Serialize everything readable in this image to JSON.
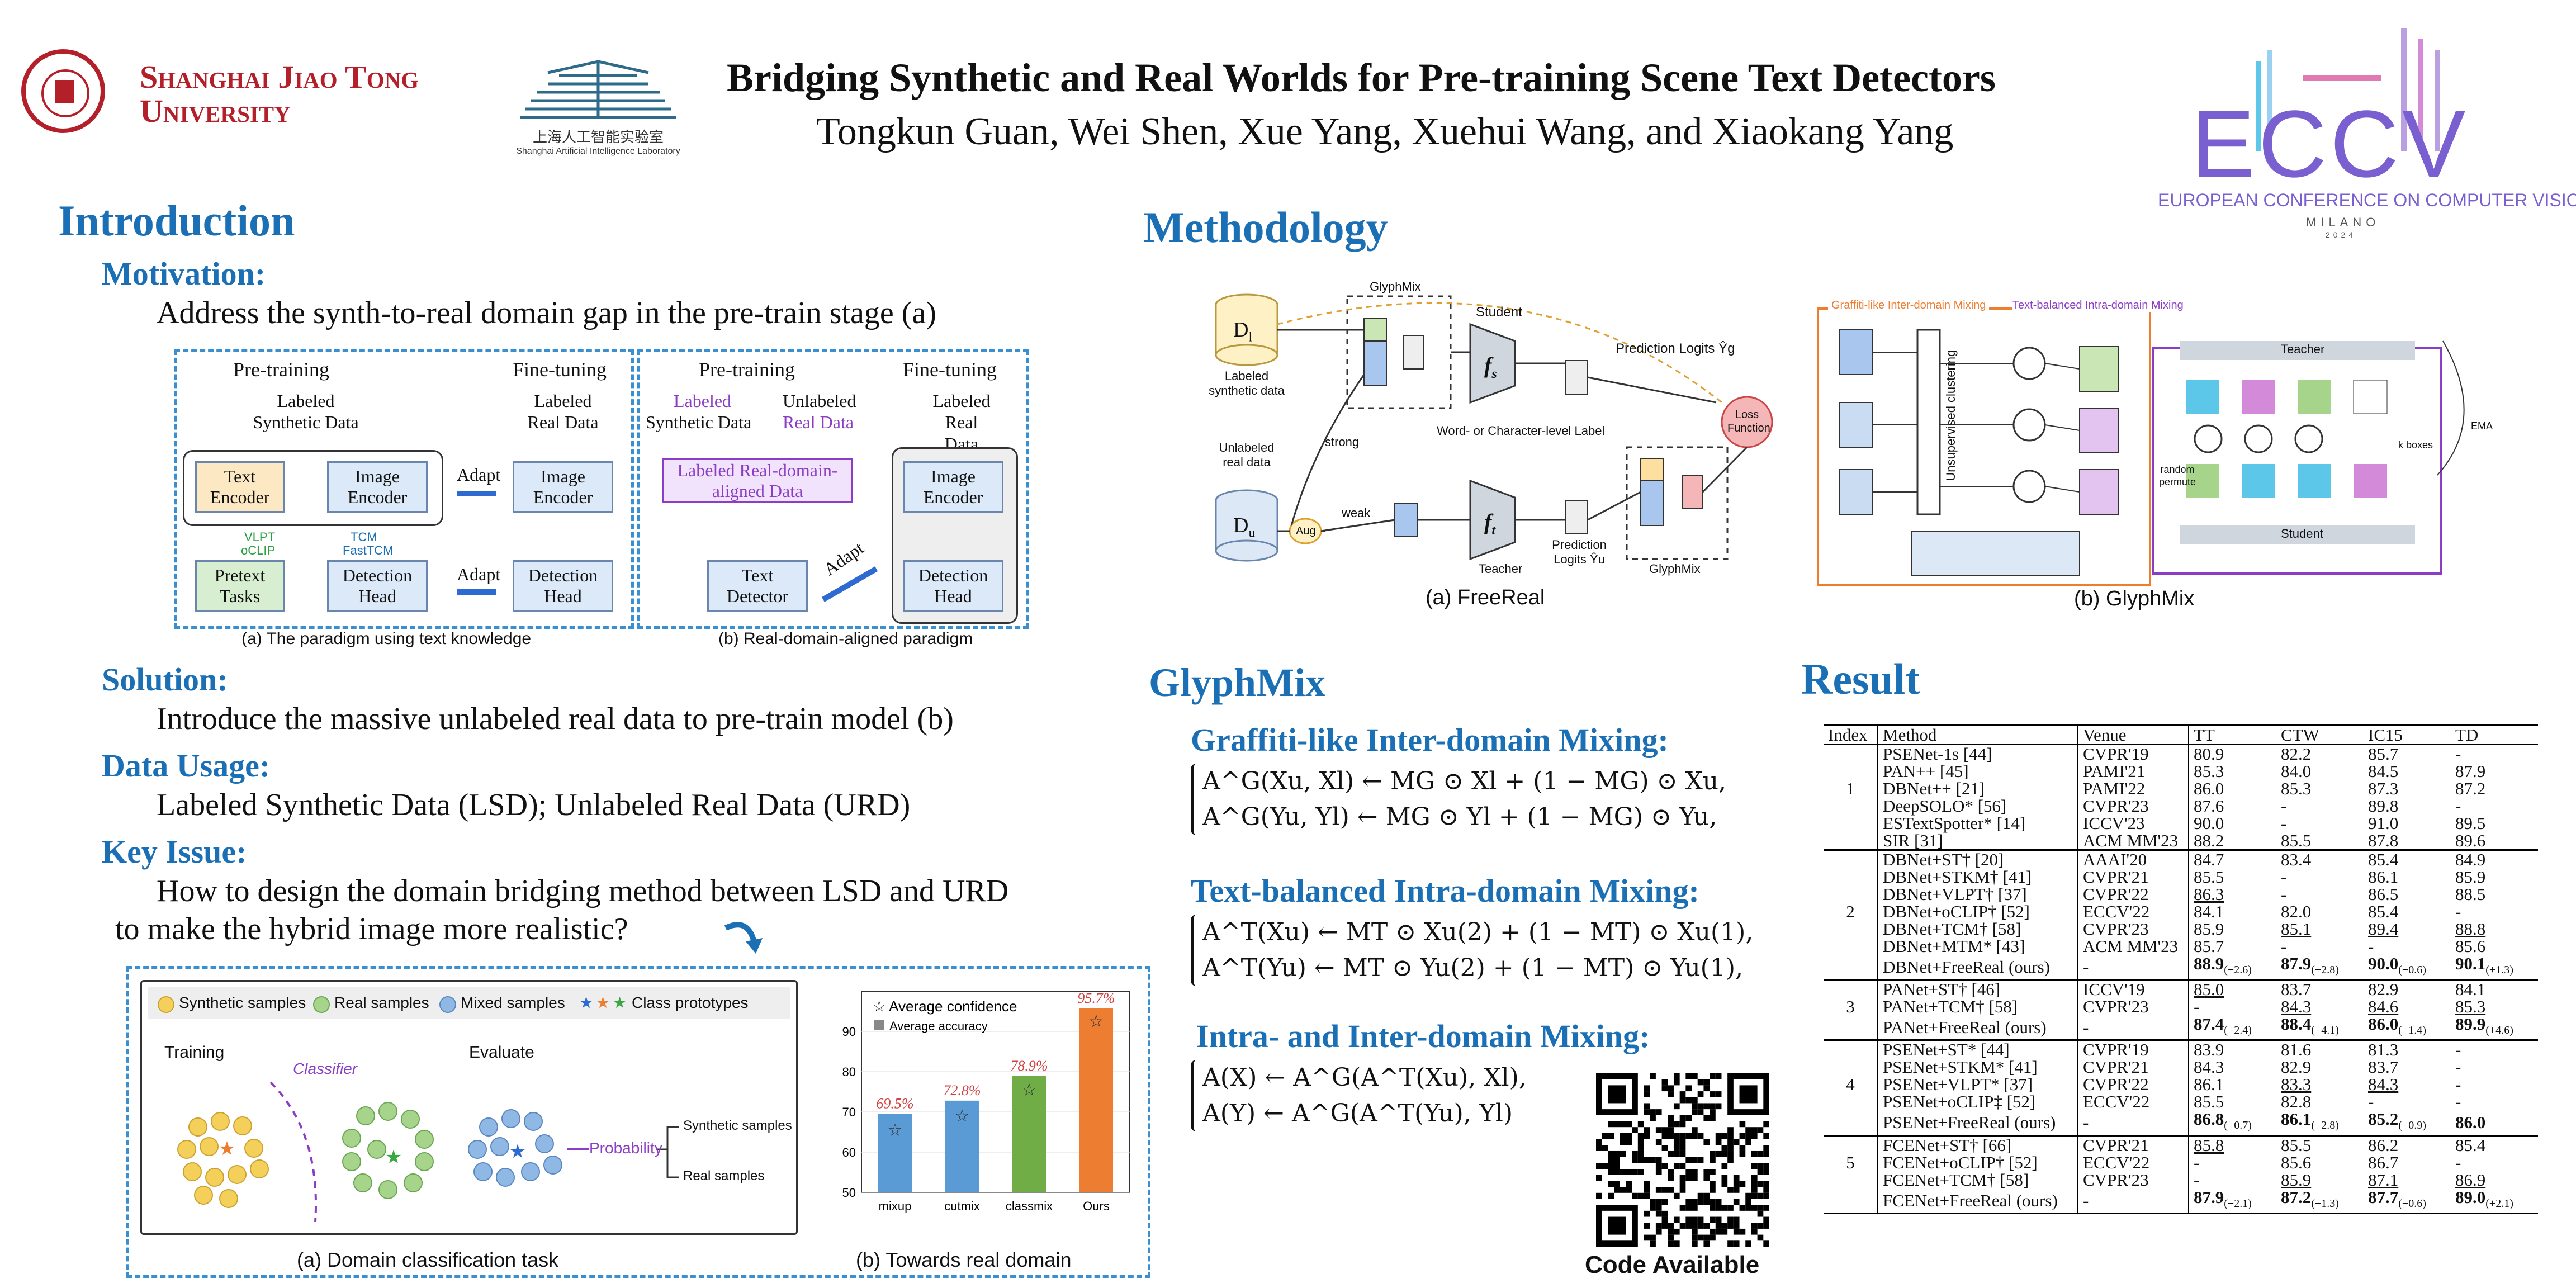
{
  "header": {
    "title": "Bridging Synthetic and Real Worlds for Pre-training Scene Text Detectors",
    "authors": "Tongkun Guan, Wei Shen, Xue Yang, Xuehui Wang, and Xiaokang Yang",
    "sjtu_line1": "Shanghai Jiao Tong",
    "sjtu_line2": "University",
    "lab_cn": "上海人工智能实验室",
    "lab_en": "Shanghai Artificial Intelligence Laboratory",
    "eccv_logo": "ECCV",
    "eccv_sub": "EUROPEAN CONFERENCE ON COMPUTER VISION",
    "eccv_city": "MILANO",
    "eccv_year": "2024"
  },
  "intro": {
    "title": "Introduction",
    "motivation_h": "Motivation:",
    "motivation_t": "Address the synth-to-real domain gap in the pre-train stage (a)",
    "solution_h": "Solution:",
    "solution_t": "Introduce the massive unlabeled real data to pre-train model (b)",
    "data_h": "Data Usage:",
    "data_t": "Labeled Synthetic Data (LSD); Unlabeled Real Data (URD)",
    "issue_h": "Key Issue:",
    "issue_t1": "How to design the domain bridging method between LSD and URD",
    "issue_t2": "to make the hybrid image more realistic?"
  },
  "fig_a": {
    "pretrain": "Pre-training",
    "finetune": "Fine-tuning",
    "labeled_syn": "Labeled Synthetic Data",
    "labeled_real": "Labeled Real Data",
    "text_enc": "Text Encoder",
    "img_enc": "Image Encoder",
    "img_enc2": "Image Encoder",
    "adapt1": "Adapt",
    "adapt2": "Adapt",
    "vlpt": "VLPT",
    "oclip": "oCLIP",
    "tcm": "TCM",
    "fasttcm": "FastTCM",
    "pretext": "Pretext Tasks",
    "det_head": "Detection Head",
    "det_head2": "Detection Head",
    "caption": "(a) The paradigm using text knowledge"
  },
  "fig_b": {
    "pretrain": "Pre-training",
    "finetune": "Fine-tuning",
    "labeled": "Labeled",
    "syn": "Synthetic Data",
    "unlabeled": "Unlabeled",
    "real": "Real Data",
    "labeled_real": "Labeled Real Data",
    "aligned": "Labeled Real-domain-aligned Data",
    "text_det": "Text Detector",
    "adapt": "Adapt",
    "img_enc": "Image Encoder",
    "det_head": "Detection Head",
    "caption": "(b) Real-domain-aligned paradigm"
  },
  "fig_cls": {
    "leg1": "Synthetic samples",
    "leg2": "Real samples",
    "leg3": "Mixed samples",
    "leg4": "Class prototypes",
    "training": "Training",
    "classifier": "Classifier",
    "evaluate": "Evaluate",
    "probability": "Probability",
    "syn_samples": "Synthetic samples",
    "real_samples": "Real samples",
    "caption": "(a) Domain classification task"
  },
  "chart_data": {
    "type": "bar",
    "categories": [
      "mixup",
      "cutmix",
      "classmix",
      "Ours"
    ],
    "series": [
      {
        "name": "Average accuracy",
        "values": [
          69.5,
          72.8,
          78.9,
          95.7
        ]
      },
      {
        "name": "Average confidence",
        "values": [
          65.5,
          69.0,
          75.5,
          92.5
        ]
      }
    ],
    "value_labels": [
      "69.5%",
      "72.8%",
      "78.9%",
      "95.7%"
    ],
    "colors": [
      "#5b9bd5",
      "#5b9bd5",
      "#70ad47",
      "#ed7d31"
    ],
    "ylim": [
      50,
      100
    ],
    "yticks": [
      "50",
      "60",
      "70",
      "80",
      "90"
    ],
    "legend": "top-left",
    "caption": "(b) Towards real domain"
  },
  "method": {
    "title": "Methodology",
    "freereal": {
      "dl": "D",
      "dl_sub": "l",
      "labeled_syn": "Labeled synthetic data",
      "du": "D",
      "du_sub": "u",
      "unlabeled_real": "Unlabeled real data",
      "glyphmix": "GlyphMix",
      "student": "Student",
      "teacher": "Teacher",
      "fs": "f",
      "fs_sub": "s",
      "ft": "f",
      "ft_sub": "t",
      "pred_g": "Prediction Logits Ŷg",
      "pred_u": "Prediction Logits Ŷu",
      "loss": "Loss Function",
      "word_label": "Word- or Character-level Label",
      "strong": "strong",
      "weak": "weak",
      "aug": "Aug",
      "glyphmix2": "GlyphMix",
      "caption": "(a) FreeReal"
    },
    "glyphmix_fig": {
      "inter": "Graffiti-like Inter-domain Mixing",
      "intra": "Text-balanced Intra-domain Mixing",
      "cluster": "Unsupervised clustering",
      "teacher": "Teacher",
      "student": "Student",
      "random": "random permute",
      "kboxes": "k boxes",
      "ema": "EMA",
      "caption": "(b) GlyphMix"
    }
  },
  "glyphmix": {
    "title": "GlyphMix",
    "sub1": "Graffiti-like Inter-domain Mixing:",
    "eq1a": "A^G(Xu, Xl) ← MG ⊙ Xl + (1 − MG) ⊙ Xu,",
    "eq1b": "A^G(Yu, Yl) ← MG ⊙ Yl + (1 − MG) ⊙ Yu,",
    "sub2": "Text-balanced Intra-domain Mixing:",
    "eq2a": "A^T(Xu) ← MT ⊙ Xu(2) + (1 − MT) ⊙ Xu(1),",
    "eq2b": "A^T(Yu) ← MT ⊙ Yu(2) + (1 − MT) ⊙ Yu(1),",
    "sub3": "Intra- and Inter-domain Mixing:",
    "eq3a": "A(X) ← A^G(A^T(Xu), Xl),",
    "eq3b": "A(Y) ← A^G(A^T(Yu), Yl)",
    "code": "Code Available"
  },
  "result": {
    "title": "Result",
    "headers": [
      "Index",
      "Method",
      "Venue",
      "TT",
      "CTW",
      "IC15",
      "TD"
    ],
    "groups": [
      {
        "index": "1",
        "rows": [
          [
            "PSENet-1s [44]",
            "CVPR'19",
            "80.9",
            "82.2",
            "85.7",
            "-"
          ],
          [
            "PAN++ [45]",
            "PAMI'21",
            "85.3",
            "84.0",
            "84.5",
            "87.9"
          ],
          [
            "DBNet++ [21]",
            "PAMI'22",
            "86.0",
            "85.3",
            "87.3",
            "87.2"
          ],
          [
            "DeepSOLO* [56]",
            "CVPR'23",
            "87.6",
            "-",
            "89.8",
            "-"
          ],
          [
            "ESTextSpotter* [14]",
            "ICCV'23",
            "90.0",
            "-",
            "91.0",
            "89.5"
          ],
          [
            "SIR [31]",
            "ACM MM'23",
            "88.2",
            "85.5",
            "87.8",
            "89.6"
          ]
        ]
      },
      {
        "index": "2",
        "rows": [
          [
            "DBNet+ST† [20]",
            "AAAI'20",
            "84.7",
            "83.4",
            "85.4",
            "84.9"
          ],
          [
            "DBNet+STKM† [41]",
            "CVPR'21",
            "85.5",
            "-",
            "86.1",
            "85.9"
          ],
          [
            "DBNet+VLPT† [37]",
            "CVPR'22",
            "86.3",
            "-",
            "86.5",
            "88.5"
          ],
          [
            "DBNet+oCLIP† [52]",
            "ECCV'22",
            "84.1",
            "82.0",
            "85.4",
            "-"
          ],
          [
            "DBNet+TCM† [58]",
            "CVPR'23",
            "85.9",
            "85.1",
            "89.4",
            "88.8"
          ],
          [
            "DBNet+MTM* [43]",
            "ACM MM'23",
            "85.7",
            "-",
            "-",
            "85.6"
          ],
          [
            "DBNet+FreeReal (ours)",
            "-",
            "88.9(+2.6)",
            "87.9(+2.8)",
            "90.0(+0.6)",
            "90.1(+1.3)"
          ]
        ]
      },
      {
        "index": "3",
        "rows": [
          [
            "PANet+ST† [46]",
            "ICCV'19",
            "85.0",
            "83.7",
            "82.9",
            "84.1"
          ],
          [
            "PANet+TCM† [58]",
            "CVPR'23",
            "-",
            "84.3",
            "84.6",
            "85.3"
          ],
          [
            "PANet+FreeReal (ours)",
            "-",
            "87.4(+2.4)",
            "88.4(+4.1)",
            "86.0(+1.4)",
            "89.9(+4.6)"
          ]
        ]
      },
      {
        "index": "4",
        "rows": [
          [
            "PSENet+ST* [44]",
            "CVPR'19",
            "83.9",
            "81.6",
            "81.3",
            "-"
          ],
          [
            "PSENet+STKM* [41]",
            "CVPR'21",
            "84.3",
            "82.9",
            "83.7",
            "-"
          ],
          [
            "PSENet+VLPT* [37]",
            "CVPR'22",
            "86.1",
            "83.3",
            "84.3",
            "-"
          ],
          [
            "PSENet+oCLIP‡ [52]",
            "ECCV'22",
            "85.5",
            "82.8",
            "-",
            "-"
          ],
          [
            "PSENet+FreeReal (ours)",
            "-",
            "86.8(+0.7)",
            "86.1(+2.8)",
            "85.2(+0.9)",
            "86.0"
          ]
        ]
      },
      {
        "index": "5",
        "rows": [
          [
            "FCENet+ST† [66]",
            "CVPR'21",
            "85.8",
            "85.5",
            "86.2",
            "85.4"
          ],
          [
            "FCENet+oCLIP† [52]",
            "ECCV'22",
            "-",
            "85.6",
            "86.7",
            "-"
          ],
          [
            "FCENet+TCM† [58]",
            "CVPR'23",
            "-",
            "85.9",
            "87.1",
            "86.9"
          ],
          [
            "FCENet+FreeReal (ours)",
            "-",
            "87.9(+2.1)",
            "87.2(+1.3)",
            "87.7(+0.6)",
            "89.0(+2.1)"
          ]
        ]
      }
    ]
  }
}
